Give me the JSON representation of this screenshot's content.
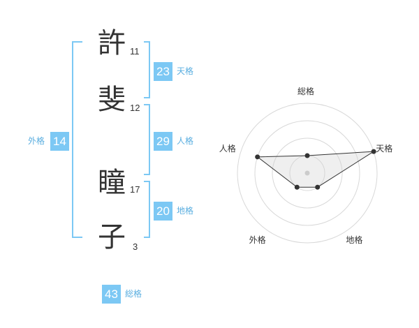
{
  "name_chars": [
    {
      "char": "許",
      "strokes": "11"
    },
    {
      "char": "斐",
      "strokes": "12"
    },
    {
      "char": "瞳",
      "strokes": "17"
    },
    {
      "char": "子",
      "strokes": "3"
    }
  ],
  "fortunes": {
    "tenkaku": {
      "value": "23",
      "label": "天格"
    },
    "jinkaku": {
      "value": "29",
      "label": "人格"
    },
    "chikaku": {
      "value": "20",
      "label": "地格"
    },
    "gaikaku": {
      "value": "14",
      "label": "外格"
    },
    "soukaku": {
      "value": "43",
      "label": "総格"
    }
  },
  "colors": {
    "accent": "#7cc8f4",
    "bracket": "#7cc8f4",
    "label_text": "#5aaee0"
  },
  "chart_data": {
    "type": "radar",
    "axes": [
      "総格",
      "天格",
      "地格",
      "外格",
      "人格"
    ],
    "values": [
      1,
      4,
      1,
      1,
      3
    ],
    "max": 4,
    "rings": 4
  }
}
